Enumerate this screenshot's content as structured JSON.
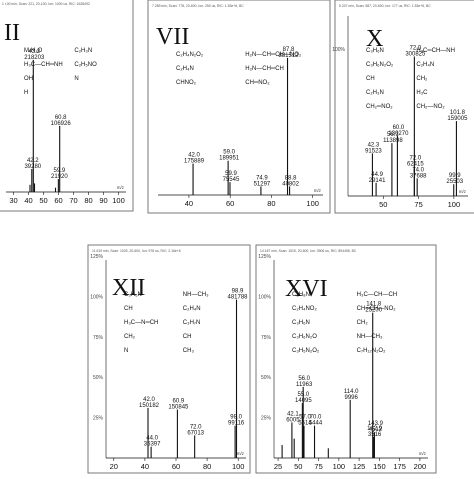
{
  "panels": [
    {
      "id": "II",
      "roman": "II",
      "header": "1 r,00 min, Scan: 221, 20-100, Ion: 1000 us, RIC: 1628492",
      "percent_labels": [],
      "x_ticks": [
        "30",
        "40",
        "50",
        "60",
        "70",
        "80",
        "90",
        "100"
      ],
      "x_unit": "m/z",
      "peaks": [
        {
          "mz": 43.2,
          "rel": 92,
          "label_mz": "43.2",
          "label_int": "218203"
        },
        {
          "mz": 42.2,
          "rel": 16,
          "label_mz": "42.2",
          "label_int": "39280"
        },
        {
          "mz": 60.8,
          "rel": 46,
          "label_mz": "60.8",
          "label_int": "106926"
        },
        {
          "mz": 59.9,
          "rel": 9,
          "label_mz": "59.9",
          "label_int": "21920"
        },
        {
          "mz": 41.0,
          "rel": 5
        },
        {
          "mz": 44.0,
          "rel": 6
        },
        {
          "mz": 58.0,
          "rel": 3
        }
      ],
      "annotations": [
        "M-H₂O",
        "C₂H₃N",
        "H₃C—CH═NH",
        "C₂H₅NO",
        "OH",
        "N",
        "H"
      ]
    },
    {
      "id": "VII",
      "roman": "VII",
      "header": "7.289 min, Scan: 778, 20-600, Ion: 250 us, RIC: 1.53e+6, BC",
      "percent_labels": [],
      "x_ticks": [
        "40",
        "60",
        "80",
        "100"
      ],
      "x_unit": "m/z",
      "peaks": [
        {
          "mz": 87.8,
          "rel": 96,
          "label_mz": "87.8",
          "label_int": "881512"
        },
        {
          "mz": 42.0,
          "rel": 22,
          "label_mz": "42.0",
          "label_int": "175889"
        },
        {
          "mz": 59.0,
          "rel": 24,
          "label_mz": "59.0",
          "label_int": "189951"
        },
        {
          "mz": 59.9,
          "rel": 9,
          "label_mz": "59.9",
          "label_int": "75545"
        },
        {
          "mz": 74.9,
          "rel": 6,
          "label_mz": "74.9",
          "label_int": "51297"
        },
        {
          "mz": 88.8,
          "rel": 6,
          "label_mz": "88.8",
          "label_int": "40802"
        }
      ],
      "annotations": [
        "C₂H₄N₂O₂",
        "H₂N—CH═CH—NO₂",
        "C₂H₄N",
        "H₂N—CH═CH",
        "CHNO₂",
        "CH═NO₂"
      ]
    },
    {
      "id": "X",
      "roman": "X",
      "header": "5.207 min, Scan: 587, 20-600, Ion: 177 us, RIC: 1.53e+6, BC",
      "percent_labels": [
        "100%"
      ],
      "x_ticks": [
        "50",
        "75",
        "100"
      ],
      "x_unit": "m/z",
      "peaks": [
        {
          "mz": 72.0,
          "rel": 95,
          "label_mz": "72.0",
          "label_int": "300825"
        },
        {
          "mz": 56.1,
          "rel": 36,
          "label_mz": "56.1",
          "label_int": "113898"
        },
        {
          "mz": 60.0,
          "rel": 41,
          "label_mz": "60.0",
          "label_int": "130270"
        },
        {
          "mz": 42.3,
          "rel": 29,
          "label_mz": "42.3",
          "label_int": "91523"
        },
        {
          "mz": 72.0,
          "rel": 20,
          "label_mz": "72.0",
          "label_int": "62415"
        },
        {
          "mz": 74.0,
          "rel": 12,
          "label_mz": "74.0",
          "label_int": "37688"
        },
        {
          "mz": 101.8,
          "rel": 51,
          "label_mz": "101.8",
          "label_int": "159005"
        },
        {
          "mz": 44.9,
          "rel": 9,
          "label_mz": "44.9",
          "label_int": "29141"
        },
        {
          "mz": 99.9,
          "rel": 8,
          "label_mz": "99.9",
          "label_int": "25503"
        }
      ],
      "annotations": [
        "C₃H₆N",
        "H₂C═CH—NH",
        "C₃H₆N₂O₂",
        "C₂H₄N",
        "CH",
        "CH₂",
        "C₂H₃N",
        "H₃C",
        "CH₂═NO₂",
        "CH₂—NO₂"
      ]
    },
    {
      "id": "XII",
      "roman": "XII",
      "header": "11.619 min, Scan: 1025, 20-600, Ion: 978 us, RIC: 2.16e+6",
      "percent_labels": [
        "125%",
        "100%",
        "75%",
        "50%",
        "25%"
      ],
      "x_ticks": [
        "20",
        "40",
        "60",
        "80",
        "100"
      ],
      "x_unit": "m/z",
      "peaks": [
        {
          "mz": 98.9,
          "rel": 98,
          "label_mz": "98.9",
          "label_int": "481788"
        },
        {
          "mz": 60.9,
          "rel": 30,
          "label_mz": "60.9",
          "label_int": "150845"
        },
        {
          "mz": 42.0,
          "rel": 31,
          "label_mz": "42.0",
          "label_int": "150182"
        },
        {
          "mz": 72.0,
          "rel": 14,
          "label_mz": "72.0",
          "label_int": "67013"
        },
        {
          "mz": 98.0,
          "rel": 20,
          "label_mz": "98.0",
          "label_int": "99116"
        },
        {
          "mz": 44.0,
          "rel": 7,
          "label_mz": "44.0",
          "label_int": "35397"
        }
      ],
      "annotations": [
        "C₃H₆N",
        "NH—CH₃",
        "CH",
        "C₂H₄N",
        "H₃C—N═CH",
        "C₃H₇N",
        "CH₂",
        "CH",
        "N",
        "CH₃"
      ]
    },
    {
      "id": "XVI",
      "roman": "XVI",
      "header": "14.187 min, Scan: 1515, 20-600, Ion: 3906 us, RIC: 894456, BC",
      "percent_labels": [
        "125%",
        "100%",
        "75%",
        "50%",
        "25%"
      ],
      "x_ticks": [
        "25",
        "50",
        "75",
        "100",
        "125",
        "150",
        "175",
        "200"
      ],
      "x_unit": "m/z",
      "peaks": [
        {
          "mz": 141.8,
          "rel": 90,
          "label_mz": "141.8",
          "label_int": "25200"
        },
        {
          "mz": 56.0,
          "rel": 44,
          "label_mz": "56.0",
          "label_int": "11963"
        },
        {
          "mz": 55.0,
          "rel": 34,
          "label_mz": "55.0",
          "label_int": "14095"
        },
        {
          "mz": 57.0,
          "rel": 20,
          "label_mz": "57.0",
          "label_int": "5514"
        },
        {
          "mz": 42.1,
          "rel": 22,
          "label_mz": "42.1",
          "label_int": "6005"
        },
        {
          "mz": 114.0,
          "rel": 36,
          "label_mz": "114.0",
          "label_int": "9996"
        },
        {
          "mz": 70.0,
          "rel": 20,
          "label_mz": "70.0",
          "label_int": "5444"
        },
        {
          "mz": 143.9,
          "rel": 16,
          "label_mz": "143.9",
          "label_int": "4512"
        },
        {
          "mz": 142.9,
          "rel": 13,
          "label_mz": "142.9",
          "label_int": "3516"
        },
        {
          "mz": 44.9,
          "rel": 12
        },
        {
          "mz": 30.0,
          "rel": 8
        },
        {
          "mz": 87.0,
          "rel": 6
        }
      ],
      "annotations": [
        "C₃H₈N",
        "H₃C—CH—CH",
        "C₂H₄NO₂",
        "CH═CH—NO₂",
        "C₃H₆N",
        "CH₂",
        "C₃H₆N₂O",
        "NH—CH₃",
        "C₃H₅N₂O₂",
        "C₇H₁₂N₂O₂"
      ]
    }
  ],
  "colors": {
    "ink": "#111111",
    "frame": "#7a7a7a",
    "grid": "#c8c8c8",
    "background": "#ffffff"
  }
}
